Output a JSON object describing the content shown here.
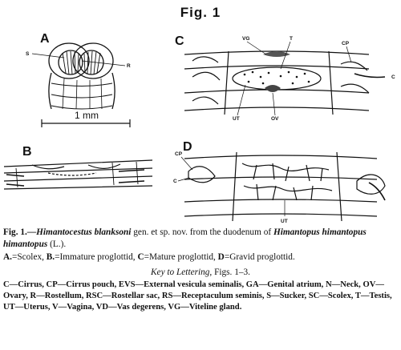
{
  "figure_title": "Fig. 1",
  "panels": {
    "a": {
      "label": "A",
      "sucker_label": "S",
      "rostellum_label": "R"
    },
    "b": {
      "label": "B"
    },
    "c": {
      "label": "C",
      "labels": {
        "vg": "VG",
        "t": "T",
        "cp": "CP",
        "c": "C",
        "ut": "UT",
        "ov": "OV"
      }
    },
    "d": {
      "label": "D",
      "labels": {
        "cp": "CP",
        "c": "C",
        "ut": "UT"
      }
    }
  },
  "scale_bar": {
    "text": "1 mm"
  },
  "caption": {
    "fig_label": "Fig. 1.",
    "species": "—Himantocestus blanksoni",
    "rest": " gen. et sp. nov. from the duodenum of ",
    "host": "Himantopus himantopus himantopus",
    "tail": " (L.).",
    "parts": [
      {
        "key": "A.",
        "text": "=Scolex, "
      },
      {
        "key": "B.",
        "text": "=Immature proglottid, "
      },
      {
        "key": "C",
        "text": "=Mature proglottid, "
      },
      {
        "key": "D",
        "text": "=Gravid proglottid."
      }
    ]
  },
  "key": {
    "heading": "Key to Lettering,",
    "figs": " Figs. 1–3.",
    "text": "C—Cirrus, CP—Cirrus pouch, EVS—External vesicula seminalis, GA—Genital atrium, N—Neck, OV—Ovary, R—Rostellum, RSC—Rostellar sac, RS—Receptaculum seminis, S—Sucker, SC—Scolex, T—Testis, UT—Uterus, V—Vagina, VD—Vas degerens, VG—Viteline gland."
  }
}
